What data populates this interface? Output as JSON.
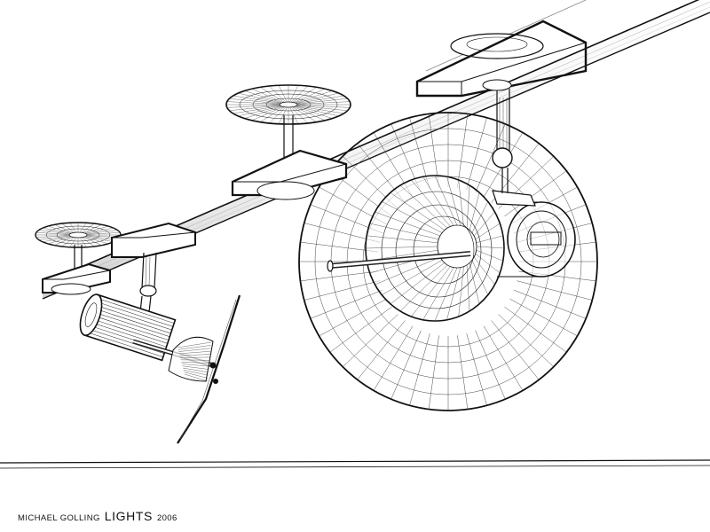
{
  "caption": {
    "author": "MICHAEL GOLLING",
    "title": "LIGHTS",
    "year": "2006"
  },
  "artwork": {
    "subject": "wireframe track lighting",
    "line_color": "#111111",
    "background_color": "#ffffff"
  }
}
